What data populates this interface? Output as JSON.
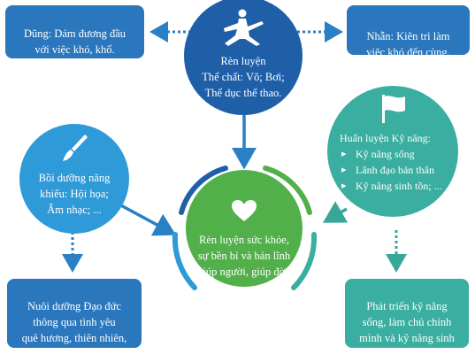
{
  "colors": {
    "blue": "#2a77bd",
    "deep_blue": "#1f5fa8",
    "teal": "#3aaea0",
    "sky": "#2e9ad8",
    "green": "#52b04a",
    "arrow_blue": "#2b7fc4",
    "arrow_teal": "#38a79a"
  },
  "center": {
    "icon": "heart-icon",
    "text": "Rèn luyện sức khỏe,\nsự bền bỉ và bản lĩnh\ngiúp người, giúp đời."
  },
  "top": {
    "icon": "martial-arts-icon",
    "text": "Rèn luyện\nThể chất: Võ; Bơi;\nThể dục thể thao."
  },
  "left": {
    "icon": "paintbrush-icon",
    "text": "Bồi dưỡng năng\nkhiếu: Hội họa;\nÂm nhạc; ..."
  },
  "right": {
    "icon": "flag-icon",
    "title": "Huấn luyện Kỹ năng:",
    "items": [
      "Kỹ năng sống",
      "Lãnh đạo bản thân",
      "Kỹ năng sinh tồn; ..."
    ]
  },
  "boxes": {
    "top_left": "Dũng: Dám đương đầu\nvới việc khó, khổ.\nVượt qua chính mình.",
    "top_right": "Nhẫn: Kiên trì làm\nviệc khó đến cùng.",
    "bottom_left": "Nuôi dưỡng Đạo đức\nthông qua tình yêu\nquê hương, thiên nhiên,\ncon người, loài vật…",
    "bottom_right": "Phát triển kỹ năng\nsống, làm chủ chính\nmình và kỹ năng sinh\ntồn trong thực tiễn."
  }
}
